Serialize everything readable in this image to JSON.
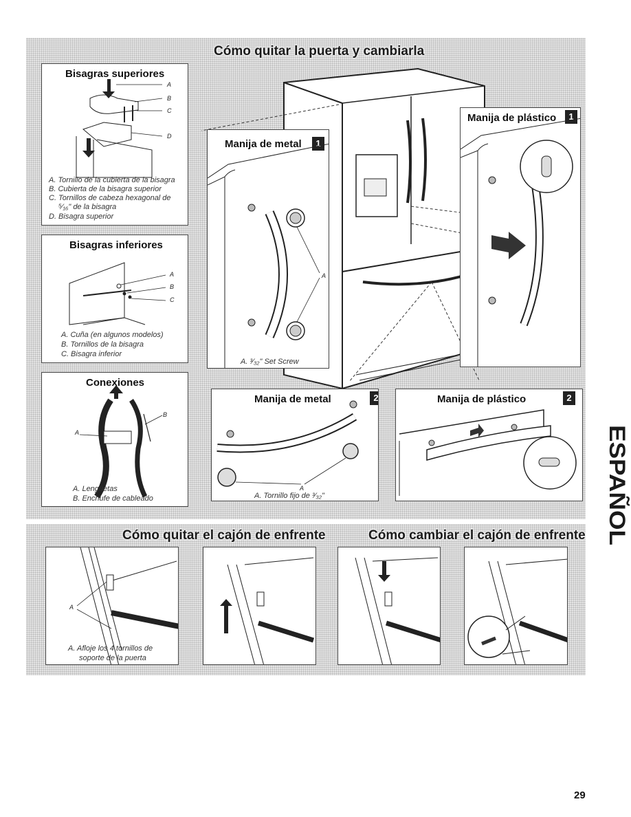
{
  "main_title": "Cómo quitar la puerta y cambiarla",
  "top_hinges": {
    "title": "Bisagras superiores",
    "labels": [
      "A",
      "B",
      "C",
      "D"
    ],
    "captions": [
      "A. Tornillo de la cubierta de la bisagra",
      "B. Cubierta de la bisagra superior",
      "C. Tornillos de cabeza hexagonal de",
      "⁵⁄₁₆\" de la bisagra",
      "D. Bisagra superior"
    ]
  },
  "bottom_hinges": {
    "title": "Bisagras inferiores",
    "labels": [
      "A",
      "B",
      "C"
    ],
    "captions": [
      "A. Cuña (en algunos  modelos)",
      "B. Tornillos de la bisagra",
      "C. Bisagra inferior"
    ]
  },
  "connections": {
    "title": "Conexiones",
    "labels": [
      "A",
      "B"
    ],
    "captions": [
      "A. Lengüetas",
      "B. Enchufe de cableado"
    ]
  },
  "metal_handle_1": {
    "title": "Manija de metal",
    "step": "1",
    "label": "A",
    "caption": "A. ³⁄₃₂\" Set Screw"
  },
  "plastic_handle_1": {
    "title": "Manija de plástico",
    "step": "1"
  },
  "metal_handle_2": {
    "title": "Manija de metal",
    "step": "2",
    "label": "A",
    "caption": "A. Tornillo fijo de ³⁄₃₂\""
  },
  "plastic_handle_2": {
    "title": "Manija de plástico",
    "step": "2"
  },
  "drawer_remove_title": "Cómo quitar el cajón de enfrente",
  "drawer_replace_title": "Cómo cambiar el cajón de enfrente",
  "drawer_step_1": {
    "label": "A",
    "captions": [
      "A. Afloje los 4 tornillos de",
      "soporte de la puerta"
    ]
  },
  "side_label": "ESPAÑOL",
  "page_number": "29"
}
